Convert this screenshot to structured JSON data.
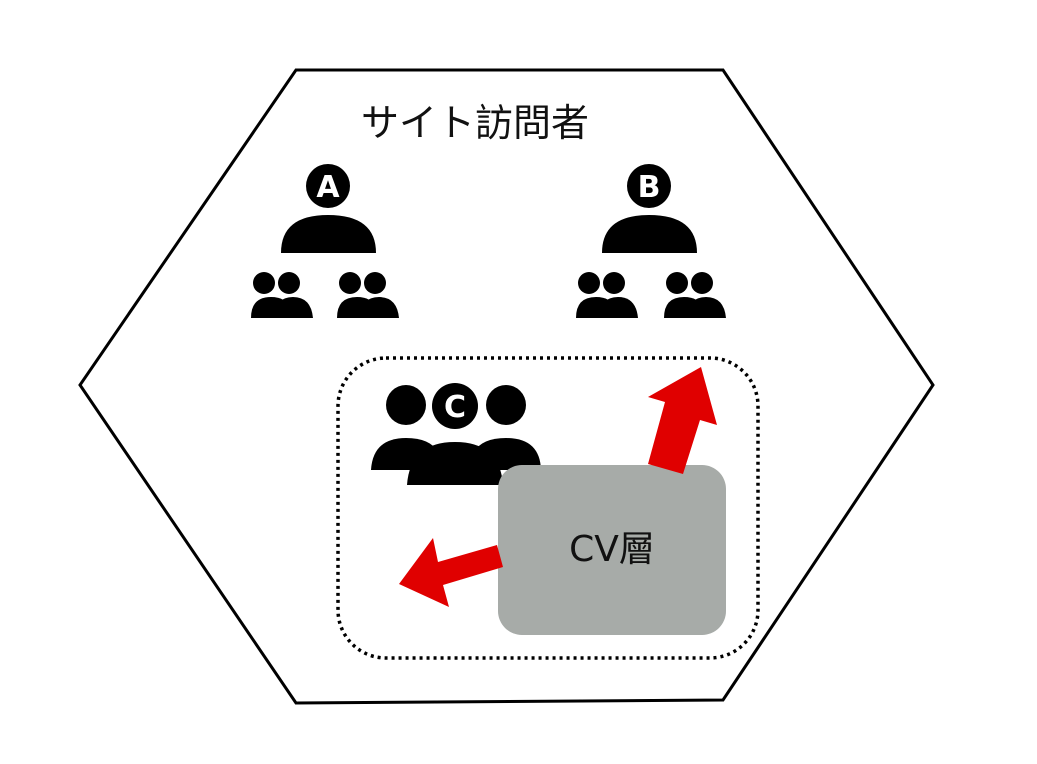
{
  "diagram": {
    "title": "サイト訪問者",
    "groups": [
      {
        "id": "A",
        "badge": "A"
      },
      {
        "id": "B",
        "badge": "B"
      },
      {
        "id": "C",
        "badge": "C"
      }
    ],
    "cv_box": {
      "label": "CV層"
    },
    "colors": {
      "outline": "#000000",
      "icon": "#000000",
      "cv_box_fill": "#a7aba8",
      "arrow": "#e00000",
      "badge_text": "#ffffff"
    },
    "icons": {
      "person": "person-icon",
      "pair": "people-pair-icon",
      "crowd": "people-group-icon",
      "arrow": "exit-arrow-icon"
    }
  }
}
